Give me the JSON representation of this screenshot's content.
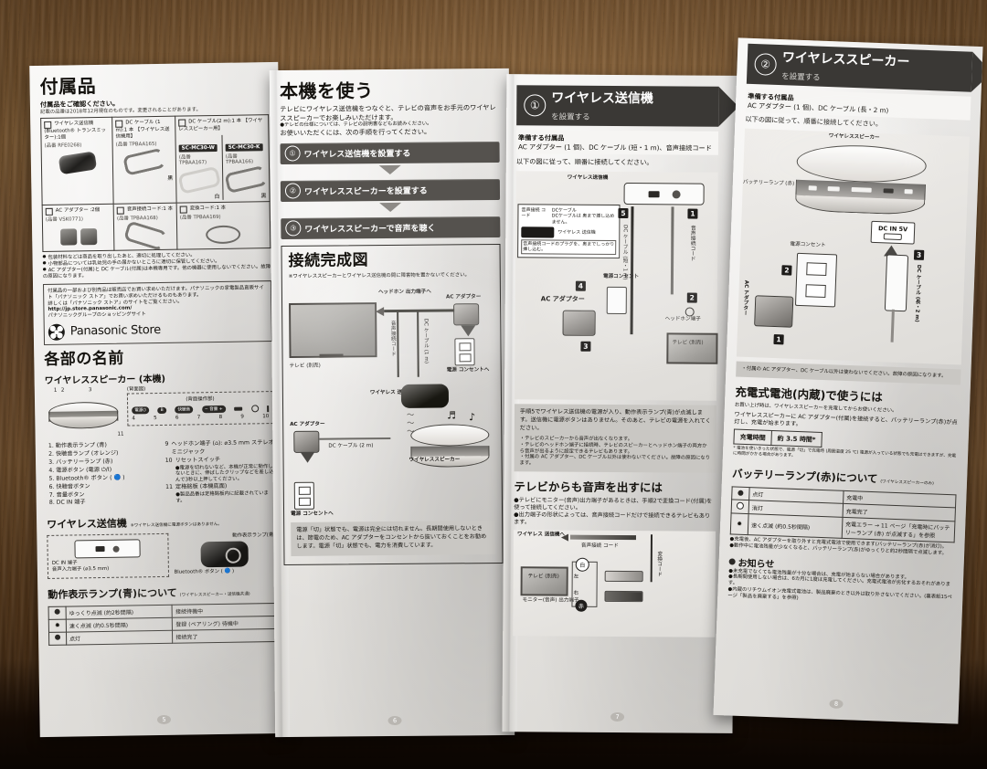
{
  "scene": {
    "description": "Photograph of an unfolded Japanese product manual on a wooden table",
    "background_color": "#8a5f33"
  },
  "page5": {
    "folio": "5",
    "title": "付属品",
    "subtitle": "付属品をご確認ください。",
    "note": "記載の品番は2018年12月現在のものです。変更されることがあります。",
    "accessories": [
      {
        "name": "ワイヤレス送信機 (Bluetooth® トランスミッター):1個",
        "partno": "(品番 RFE0268)",
        "color": "",
        "icon": "transmitter-icon"
      },
      {
        "name": "DC ケーブル (1 m):1 本 【ワイヤレス送信機用】",
        "partno": "(品番 TPBAA165)",
        "color": "黒",
        "icon": "dc-cable-icon"
      },
      {
        "name": "DC ケーブル(2 m):1 本 【ワイヤレススピーカー用】",
        "partno": "",
        "color": "",
        "icon": "dc-cable-icon",
        "variants": [
          {
            "sku": "SC-MC30-W",
            "partno": "(品番 TPBAA167)",
            "color": "白"
          },
          {
            "sku": "SC-MC30-K",
            "partno": "(品番 TPBAA166)",
            "color": "黒"
          }
        ]
      },
      {
        "name": "AC アダプター :2個",
        "partno": "(品番 VSK0771)",
        "color": "",
        "icon": "ac-adapter-icon"
      },
      {
        "name": "音声接続コード:1 本",
        "partno": "(品番 TPBAA168)",
        "color": "",
        "icon": "audio-cord-icon"
      },
      {
        "name": "変換コード:1 本",
        "partno": "(品番 TPBAA169)",
        "color": "",
        "icon": "conversion-cord-icon"
      }
    ],
    "cautions": [
      "包装材料などは商品を取り出したあと、適切に処理してください。",
      "小物部品については乳幼児の手の届かないところに適切に保管してください。",
      "AC アダプター(付属)と DC ケーブル(付属)は本機専用です。他の機器に使用しないでください。故障の原因になります。"
    ],
    "store_note": "付属品の一部および別売品は販売店でお買い求めいただけます。パナソニックの家電製品直販サイト「パナソニック ストア」でお買い求めいただけるものもあります。",
    "store_note2": "詳しくは「パナソニック ストア」のサイトをご覧ください。",
    "store_url": "http://jp.store.panasonic.com/",
    "store_tagline": "パナソニックグループのショッピングサイト",
    "store_logo_text": "Panasonic Store",
    "parts_title": "各部の名前",
    "speaker_heading": "ワイヤレススピーカー (本機)",
    "speaker_view_label": "(背面図)",
    "speaker_panel_label": "(背面操作部)",
    "speaker_callout_numbers": [
      "1",
      "2",
      "3",
      "4",
      "5",
      "6",
      "7",
      "8",
      "9",
      "10",
      "11"
    ],
    "parts_left": [
      "動作表示ランプ (青)",
      "快聴音ランプ (オレンジ)",
      "バッテリーランプ (赤)",
      "電源ボタン (電源 ⏻/I)",
      "Bluetooth® ボタン ( 🔵 )",
      "快聴音ボタン",
      "音量ボタン",
      "DC IN 端子"
    ],
    "parts_right": [
      {
        "no": "9",
        "text": "ヘッドホン端子 (⌂): ⌀3.5 mm ステレオミニジャック"
      },
      {
        "no": "10",
        "text": "リセットスイッチ"
      },
      {
        "no": "",
        "text": "●電源を切れないなど、本機が正常に動作しないときに、伸ばしたクリップなどを差し込んで3秒以上押してください。"
      },
      {
        "no": "11",
        "text": "定格銘板 (本機底面)"
      },
      {
        "no": "",
        "text": "●製品品番は定格銘板内に記載されています。"
      }
    ],
    "transmitter_heading": "ワイヤレス送信機",
    "transmitter_note": "※ワイヤレス送信機に電源ボタンはありません。",
    "transmitter_labels": {
      "dc_in": "DC IN 端子",
      "audio_in": "音声入力端子 (⌀3.5 mm)",
      "lamp": "動作表示ランプ(青)",
      "bt_button": "Bluetooth® ボタン ( 🔵 )"
    },
    "lamp_table_title": "動作表示ランプ(青)について",
    "lamp_table_sub": "(ワイヤレススピーカー・送信機共通)",
    "lamp_rows": [
      {
        "icon": "slow-blink-icon",
        "state": "ゆっくり点滅 (約2秒間隔)",
        "meaning": "接続待機中"
      },
      {
        "icon": "fast-blink-icon",
        "state": "速く点滅 (約0.5秒間隔)",
        "meaning": "登録 (ペアリング) 待機中"
      },
      {
        "icon": "lit-icon",
        "state": "点灯",
        "meaning": "接続完了"
      }
    ]
  },
  "page6": {
    "folio": "6",
    "title": "本機を使う",
    "lead": "テレビにワイヤレス送信機をつなぐと、テレビの音声をお手元のワイヤレススピーカーでお楽しみいただけます。",
    "lead2": "●テレビの仕様については、テレビの説明書などもお読みください。",
    "lead3": "お使いいただくには、次の手順を行ってください。",
    "steps": [
      {
        "num": "①",
        "label": "ワイヤレス送信機を設置する"
      },
      {
        "num": "②",
        "label": "ワイヤレススピーカーを設置する"
      },
      {
        "num": "③",
        "label": "ワイヤレススピーカーで音声を聴く"
      }
    ],
    "diagram_title": "接続完成図",
    "diagram_note": "※ワイヤレススピーカーとワイヤレス送信機の間に障害物を置かないでください。",
    "diagram_labels": {
      "tv": "テレビ (別売)",
      "headphone_out": "ヘッドホン 出力端子へ",
      "ac_adapter": "AC アダプター",
      "audio_cord": "音声接続コード",
      "dc_cable_1m": "DC ケーブル (1 m)",
      "outlet": "電源 コンセントへ",
      "transmitter": "ワイヤレス 送信機",
      "ac_adapter2": "AC アダプター",
      "dc_cable_2m": "DC ケーブル (2 m)",
      "outlet2": "電源 コンセントへ",
      "speaker": "ワイヤレススピーカー"
    },
    "warning": "電源「切」状態でも、電源は完全には切れません。長期間使用しないときは、節電のため、AC アダプターをコンセントから抜いておくことをお勧めします。電源「切」状態でも、電力を消費しています。"
  },
  "page7": {
    "folio": "7",
    "chevron": {
      "num": "①",
      "title": "ワイヤレス送信機",
      "sub": "を設置する"
    },
    "prep_title": "準備する付属品",
    "prep_text": "AC アダプター (1 個)、DC ケーブル (短・1 m)、音声接続コード",
    "instruction": "以下の図に従って、順番に接続してください。",
    "diagram_labels": {
      "transmitter": "ワイヤレス送信機",
      "audio_cord": "音声接続コード",
      "dc_cable": "DC ケーブル (短・1 m)",
      "ac_adapter": "AC アダプター",
      "outlet": "電源コンセント",
      "headphone_jack": "ヘッドホン端子",
      "tv": "テレビ (別売)"
    },
    "inset": {
      "audio_cord": "音声接続 コード",
      "dc_cable": "DCケーブル",
      "dc_note": "DCケーブルは 奥まで挿し込めません。",
      "transmitter": "ワイヤレス 送信機",
      "callout": "音声接続コードのプラグを、奥までしっかり挿し込む。"
    },
    "step_numbers": [
      "1",
      "2",
      "3",
      "4",
      "5"
    ],
    "gray_note": "手順5でワイヤレス送信機の電源が入り、動作表示ランプ(青)が点滅します。送信機に電源ボタンはありません。そのあと、テレビの電源を入れてください。",
    "gray_bullets": [
      "・テレビのスピーカーから音声が出なくなります。",
      "・テレビのヘッドホン端子に接続時、テレビのスピーカーとヘッドホン端子の両方から音声が出るように設定できるテレビもあります。",
      "・付属の AC アダプター、DC ケーブル以外は使わないでください。故障の原因になります。"
    ],
    "tv_audio_title": "テレビからも音声を出すには",
    "tv_audio_bullets": [
      "●テレビにモニター(音声)出力端子があるときは、手順2で変換コード(付属)を使って接続してください。",
      "●出力端子の形状によっては、音声接続コードだけで接続できるテレビもあります。"
    ],
    "bottom_diagram_labels": {
      "to_transmitter": "ワイヤレス 送信機へ",
      "audio_cord": "音声接続 コード",
      "conversion_cord": "変換コード",
      "tv": "テレビ (別売)",
      "monitor_out": "モニター(音声) 出力端子",
      "left": "左",
      "right": "右",
      "white": "白",
      "red": "赤"
    }
  },
  "page8": {
    "folio": "8",
    "banner_title": "ワイヤレススピーカー",
    "chevron": {
      "num": "②",
      "title": "ワイヤレススピーカー",
      "sub": "を設置する"
    },
    "prep_title": "準備する付属品",
    "prep_text": "AC アダプター (1 個)、DC ケーブル (長・2 m)",
    "instruction": "以下の図に従って、順番に接続してください。",
    "diagram_labels": {
      "speaker": "ワイヤレススピーカー",
      "battery_lamp": "バッテリーランプ (赤)",
      "dc_in": "DC IN 5V",
      "outlet": "電源コンセント",
      "ac_adapter": "AC アダプター",
      "dc_cable": "DC ケーブル (長・2 m)"
    },
    "step_numbers": [
      "1",
      "2",
      "3"
    ],
    "gray_note": "・付属の AC アダプター、DC ケーブル以外は使わないでください。故障の原因になります。",
    "battery_title": "充電式電池(内蔵)で使うには",
    "battery_note": "お買い上げ時は、ワイヤレススピーカーを充電してからお使いください。",
    "battery_text": "ワイヤレススピーカーに AC アダプター(付属)を接続すると、バッテリーランプ(赤)が点灯し、充電が始まります。",
    "charge_table": {
      "label": "充電時間",
      "value": "約 3.5 時間*"
    },
    "charge_footnote": "* 電池を使いきった状態で、電源「切」で充電時 (周囲温度 25 ℃) 電源が入っている状態でも充電はできますが、充電に時間がかかる場合があります。",
    "lamp_title": "バッテリーランプ(赤)について",
    "lamp_sub": "(ワイヤレススピーカーのみ)",
    "lamp_rows": [
      {
        "icon": "lit-icon",
        "state": "点灯",
        "meaning": "充電中"
      },
      {
        "icon": "off-icon",
        "state": "消灯",
        "meaning": "充電完了"
      },
      {
        "icon": "fast-blink-icon",
        "state": "速く点滅 (約0.5秒間隔)",
        "meaning": "充電エラー → 11 ページ「充電時にバッテリーランプ (赤) が点滅する」を参照"
      }
    ],
    "lamp_bullets": [
      "●充電後、AC アダプターを取り外すと充電式電池で使用できます(バッテリーランプ(赤)が消灯)。",
      "●動作中に電池残量が少なくなると、バッテリーランプ(赤)がゆっくりと約2秒間隔で点滅します。"
    ],
    "info_title": "お知らせ",
    "info_bullets": [
      "●未充電でなくても電池残量が十分な場合は、充電が始まらない場合があります。",
      "●長期間使用しない場合は、6カ月に1度は充電してください。充電式電池が劣化するおそれがあります。",
      "●内蔵のリチウムイオン充電式電池は、製品廃棄のとき以外は取り外さないでください。(裏表紙15ページ「製品を廃棄する」を参照)"
    ]
  }
}
